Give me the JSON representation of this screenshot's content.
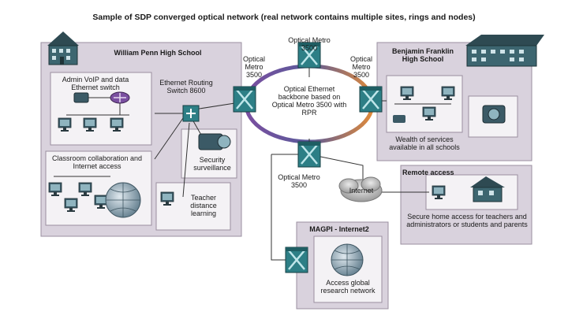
{
  "title": "Sample of SDP converged optical network (real network contains multiple sites, rings and nodes)",
  "sites": {
    "penn": {
      "name": "William Penn High School",
      "admin": "Admin VoIP and data Ethernet switch",
      "classroom": "Classroom collaboration and Internet access",
      "router": "Ethernet Routing Switch 8600",
      "security": "Security surveillance",
      "teacher": "Teacher distance learning"
    },
    "franklin": {
      "name": "Benjamin Franklin High School",
      "services": "Wealth of services available in all schools"
    },
    "remote": {
      "name": "Remote access",
      "desc": "Secure home access for teachers and administrators or students and parents"
    },
    "magpi": {
      "name": "MAGPI - Internet2",
      "desc": "Access global research network"
    }
  },
  "nodes": {
    "top": "Optical Metro 3500",
    "left": "Optical Metro 3500",
    "right": "Optical Metro 3500",
    "bottom": "Optical Metro 3500"
  },
  "backbone": "Optical Ethernet backbone based on Optical Metro 3500 with RPR",
  "cloud": "Internet",
  "colors": {
    "panel": "#d9d2dd",
    "panel_border": "#9a8fa0",
    "inner": "#f4f2f5",
    "node": "#2d7f86",
    "ring_left": "#7a4fa0",
    "ring_right": "#e08a3a"
  }
}
